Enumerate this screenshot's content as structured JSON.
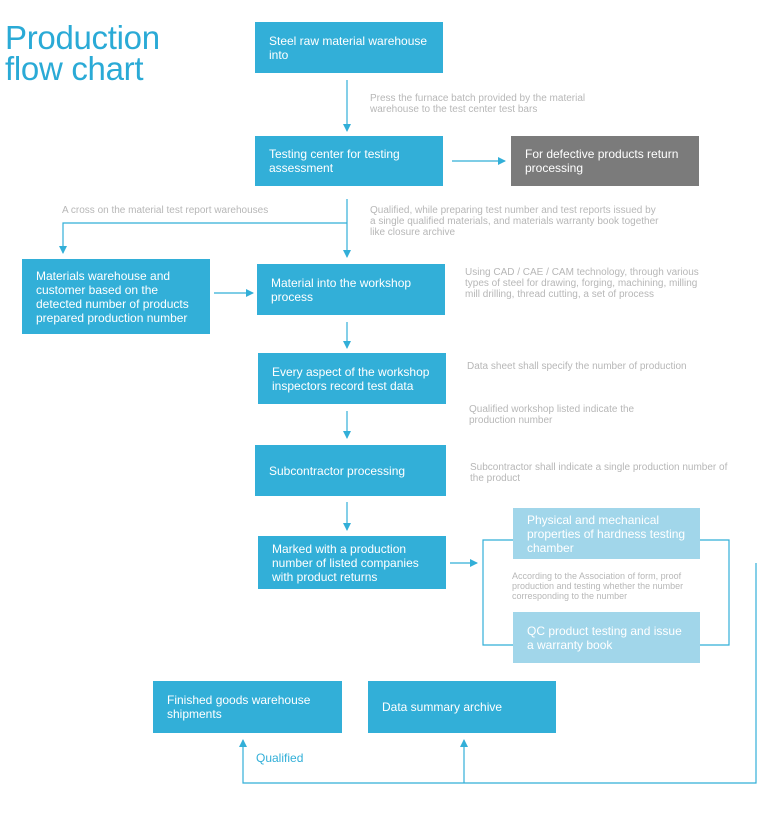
{
  "title": "Production flow chart",
  "boxes": {
    "raw_material": "Steel raw material warehouse into",
    "testing_center": "Testing center for testing assessment",
    "defective": "For defective products return processing",
    "materials_warehouse": "Materials warehouse and customer based on the detected number of products prepared production number",
    "material_workshop": "Material into the workshop process",
    "inspectors": "Every aspect of the workshop inspectors record test data",
    "subcontractor": "Subcontractor processing",
    "marked": "Marked with a production number of listed companies with product returns",
    "physical": "Physical and mechanical properties of hardness testing chamber",
    "qc": "QC product testing and issue a warranty book",
    "finished": "Finished goods warehouse shipments",
    "archive": "Data summary archive"
  },
  "notes": {
    "furnace": "Press the furnace batch provided by the material warehouse to the test center test bars",
    "cross": "A cross on the material test report warehouses",
    "qualified_prep": "Qualified, while preparing test number and test reports issued by a single qualified materials, and materials warranty book together like closure archive",
    "cad": "Using CAD / CAE / CAM technology, through various types of steel for drawing, forging, machining, milling mill drilling, thread cutting, a set of process",
    "datasheet": "Data sheet shall specify the number of production",
    "workshop_listed": "Qualified workshop listed indicate the production number",
    "sub_indicate": "Subcontractor shall indicate a single production number of the product",
    "association": "According to the Association of form, proof production and testing whether the number corresponding to the number"
  },
  "qualified_label": "Qualified",
  "colors": {
    "accent": "#32afd8",
    "gray": "#7b7b7b",
    "light": "#a1d6ea",
    "note": "#b7b7b7"
  }
}
